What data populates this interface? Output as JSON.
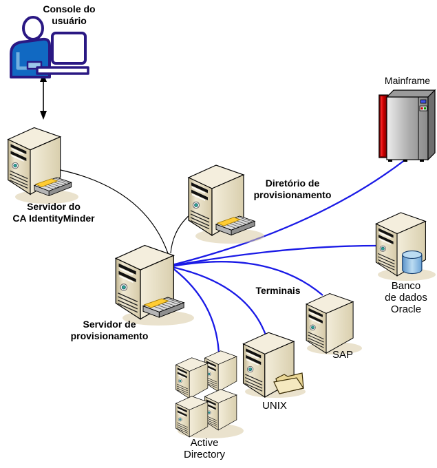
{
  "diagram": {
    "nodes": {
      "user_console": {
        "lines": [
          "Console do",
          "usuário"
        ],
        "icon": "person-at-computer-icon"
      },
      "identityminder_server": {
        "lines": [
          "Servidor do",
          "CA IdentityMinder"
        ],
        "icon": "server-tower-with-keyboard-icon"
      },
      "provisioning_server": {
        "lines": [
          "Servidor de",
          "provisionamento"
        ],
        "icon": "server-tower-with-keyboard-icon"
      },
      "provisioning_directory": {
        "lines": [
          "Diretório de",
          "provisionamento"
        ],
        "icon": "server-tower-with-keyboard-icon"
      },
      "mainframe": {
        "label": "Mainframe",
        "icon": "mainframe-cabinet-icon"
      },
      "oracle_database": {
        "lines": [
          "Banco",
          "de dados",
          "Oracle"
        ],
        "icon": "server-tower-with-database-cylinder-icon"
      },
      "sap": {
        "label": "SAP",
        "icon": "server-tower-icon"
      },
      "unix": {
        "label": "UNIX",
        "icon": "server-tower-with-folder-icon"
      },
      "active_directory": {
        "lines": [
          "Active",
          "Directory"
        ],
        "icon": "server-cluster-2x2-icon"
      },
      "terminals": {
        "label": "Terminais"
      }
    },
    "edges": [
      {
        "from": "user_console",
        "to": "identityminder_server",
        "style": "double-arrow",
        "color": "black"
      },
      {
        "from": "identityminder_server",
        "to": "provisioning_server",
        "style": "curve",
        "color": "black"
      },
      {
        "from": "provisioning_directory",
        "to": "provisioning_server",
        "style": "curve",
        "color": "black"
      },
      {
        "from": "provisioning_server",
        "to": "mainframe",
        "style": "curve",
        "color": "blue"
      },
      {
        "from": "provisioning_server",
        "to": "oracle_database",
        "style": "curve",
        "color": "blue"
      },
      {
        "from": "provisioning_server",
        "to": "sap",
        "style": "curve",
        "color": "blue"
      },
      {
        "from": "provisioning_server",
        "to": "unix",
        "style": "curve",
        "color": "blue"
      },
      {
        "from": "provisioning_server",
        "to": "active_directory",
        "style": "curve",
        "color": "blue"
      }
    ],
    "colors": {
      "connector_blue": "#1a1ae6",
      "connector_black": "#000000",
      "outline_navy": "#2a1883",
      "shirt_blue": "#1169c2",
      "shirt_highlight": "#74b0e0",
      "mainframe_red_dark": "#7d0000",
      "database_blue": "#8abde6",
      "power_led_teal": "#2fa193",
      "keyboard_sheet_yellow": "#ffcc33",
      "server_beige": "#ddd2b2",
      "shadow_tan": "#d8caa4"
    }
  }
}
